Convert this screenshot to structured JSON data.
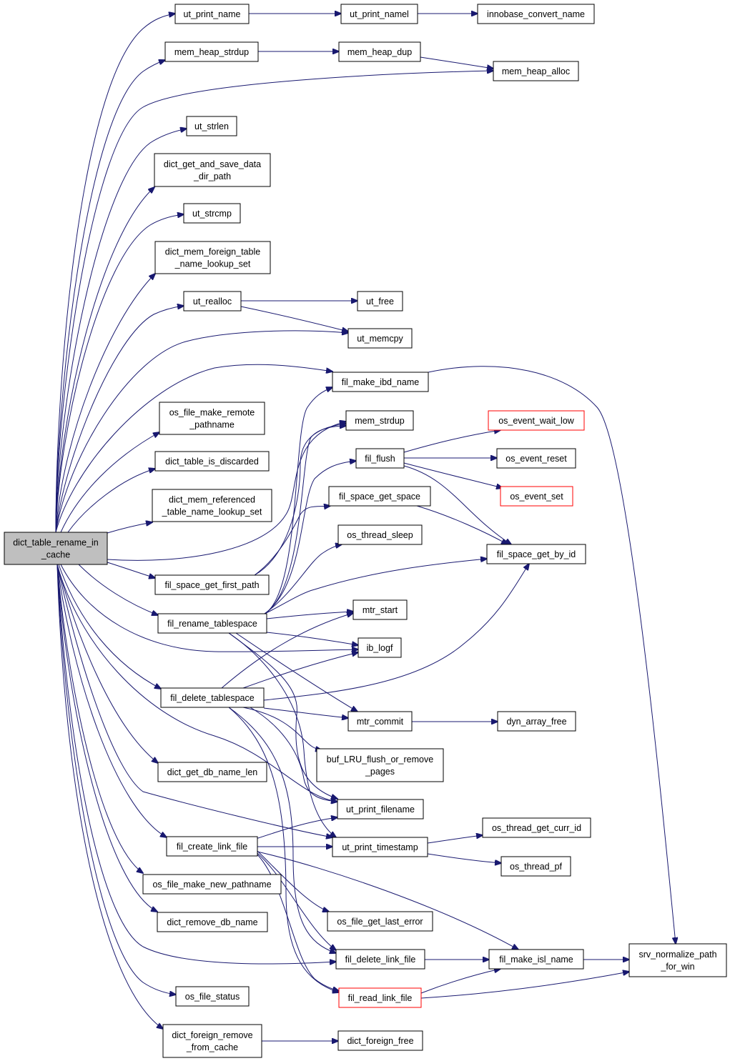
{
  "graph": {
    "root": "dict_table_rename_in_cache",
    "colors": {
      "edge": "#191970",
      "root_fill": "#bfbfbf",
      "node_border": "#000000",
      "truncated_border": "#ff0000"
    },
    "nodes": [
      {
        "id": "dict_table_rename_in_cache",
        "lines": [
          "dict_table_rename_in",
          "_cache"
        ],
        "style": "root"
      },
      {
        "id": "ut_print_name",
        "lines": [
          "ut_print_name"
        ]
      },
      {
        "id": "ut_print_namel",
        "lines": [
          "ut_print_namel"
        ]
      },
      {
        "id": "innobase_convert_name",
        "lines": [
          "innobase_convert_name"
        ]
      },
      {
        "id": "mem_heap_strdup",
        "lines": [
          "mem_heap_strdup"
        ]
      },
      {
        "id": "mem_heap_dup",
        "lines": [
          "mem_heap_dup"
        ]
      },
      {
        "id": "mem_heap_alloc",
        "lines": [
          "mem_heap_alloc"
        ]
      },
      {
        "id": "ut_strlen",
        "lines": [
          "ut_strlen"
        ]
      },
      {
        "id": "dict_get_and_save_data_dir_path",
        "lines": [
          "dict_get_and_save_data",
          "_dir_path"
        ]
      },
      {
        "id": "ut_strcmp",
        "lines": [
          "ut_strcmp"
        ]
      },
      {
        "id": "dict_mem_foreign_table_name_lookup_set",
        "lines": [
          "dict_mem_foreign_table",
          "_name_lookup_set"
        ]
      },
      {
        "id": "ut_realloc",
        "lines": [
          "ut_realloc"
        ]
      },
      {
        "id": "ut_free",
        "lines": [
          "ut_free"
        ]
      },
      {
        "id": "ut_memcpy",
        "lines": [
          "ut_memcpy"
        ]
      },
      {
        "id": "fil_make_ibd_name",
        "lines": [
          "fil_make_ibd_name"
        ]
      },
      {
        "id": "os_file_make_remote_pathname",
        "lines": [
          "os_file_make_remote",
          "_pathname"
        ]
      },
      {
        "id": "mem_strdup",
        "lines": [
          "mem_strdup"
        ]
      },
      {
        "id": "os_event_wait_low",
        "lines": [
          "os_event_wait_low"
        ],
        "style": "red"
      },
      {
        "id": "dict_table_is_discarded",
        "lines": [
          "dict_table_is_discarded"
        ]
      },
      {
        "id": "fil_flush",
        "lines": [
          "fil_flush"
        ]
      },
      {
        "id": "os_event_reset",
        "lines": [
          "os_event_reset"
        ]
      },
      {
        "id": "os_event_set",
        "lines": [
          "os_event_set"
        ],
        "style": "red"
      },
      {
        "id": "fil_space_get_space",
        "lines": [
          "fil_space_get_space"
        ]
      },
      {
        "id": "dict_mem_referenced_table_name_lookup_set",
        "lines": [
          "dict_mem_referenced",
          "_table_name_lookup_set"
        ]
      },
      {
        "id": "os_thread_sleep",
        "lines": [
          "os_thread_sleep"
        ]
      },
      {
        "id": "fil_space_get_by_id",
        "lines": [
          "fil_space_get_by_id"
        ]
      },
      {
        "id": "fil_space_get_first_path",
        "lines": [
          "fil_space_get_first_path"
        ]
      },
      {
        "id": "mtr_start",
        "lines": [
          "mtr_start"
        ]
      },
      {
        "id": "fil_rename_tablespace",
        "lines": [
          "fil_rename_tablespace"
        ]
      },
      {
        "id": "ib_logf",
        "lines": [
          "ib_logf"
        ]
      },
      {
        "id": "fil_delete_tablespace",
        "lines": [
          "fil_delete_tablespace"
        ]
      },
      {
        "id": "mtr_commit",
        "lines": [
          "mtr_commit"
        ]
      },
      {
        "id": "dyn_array_free",
        "lines": [
          "dyn_array_free"
        ]
      },
      {
        "id": "buf_LRU_flush_or_remove_pages",
        "lines": [
          "buf_LRU_flush_or_remove",
          "_pages"
        ]
      },
      {
        "id": "dict_get_db_name_len",
        "lines": [
          "dict_get_db_name_len"
        ]
      },
      {
        "id": "ut_print_filename",
        "lines": [
          "ut_print_filename"
        ]
      },
      {
        "id": "os_thread_get_curr_id",
        "lines": [
          "os_thread_get_curr_id"
        ]
      },
      {
        "id": "fil_create_link_file",
        "lines": [
          "fil_create_link_file"
        ]
      },
      {
        "id": "ut_print_timestamp",
        "lines": [
          "ut_print_timestamp"
        ]
      },
      {
        "id": "os_thread_pf",
        "lines": [
          "os_thread_pf"
        ]
      },
      {
        "id": "os_file_make_new_pathname",
        "lines": [
          "os_file_make_new_pathname"
        ]
      },
      {
        "id": "os_file_get_last_error",
        "lines": [
          "os_file_get_last_error"
        ]
      },
      {
        "id": "dict_remove_db_name",
        "lines": [
          "dict_remove_db_name"
        ]
      },
      {
        "id": "fil_delete_link_file",
        "lines": [
          "fil_delete_link_file"
        ]
      },
      {
        "id": "fil_make_isl_name",
        "lines": [
          "fil_make_isl_name"
        ]
      },
      {
        "id": "srv_normalize_path_for_win",
        "lines": [
          "srv_normalize_path",
          "_for_win"
        ]
      },
      {
        "id": "os_file_status",
        "lines": [
          "os_file_status"
        ]
      },
      {
        "id": "fil_read_link_file",
        "lines": [
          "fil_read_link_file"
        ],
        "style": "red"
      },
      {
        "id": "dict_foreign_remove_from_cache",
        "lines": [
          "dict_foreign_remove",
          "_from_cache"
        ]
      },
      {
        "id": "dict_foreign_free",
        "lines": [
          "dict_foreign_free"
        ]
      }
    ],
    "edges": [
      [
        "dict_table_rename_in_cache",
        "ut_print_name"
      ],
      [
        "dict_table_rename_in_cache",
        "mem_heap_strdup"
      ],
      [
        "dict_table_rename_in_cache",
        "mem_heap_alloc"
      ],
      [
        "dict_table_rename_in_cache",
        "ut_strlen"
      ],
      [
        "dict_table_rename_in_cache",
        "dict_get_and_save_data_dir_path"
      ],
      [
        "dict_table_rename_in_cache",
        "ut_strcmp"
      ],
      [
        "dict_table_rename_in_cache",
        "dict_mem_foreign_table_name_lookup_set"
      ],
      [
        "dict_table_rename_in_cache",
        "ut_realloc"
      ],
      [
        "dict_table_rename_in_cache",
        "ut_memcpy"
      ],
      [
        "dict_table_rename_in_cache",
        "fil_make_ibd_name"
      ],
      [
        "dict_table_rename_in_cache",
        "os_file_make_remote_pathname"
      ],
      [
        "dict_table_rename_in_cache",
        "mem_strdup"
      ],
      [
        "dict_table_rename_in_cache",
        "dict_table_is_discarded"
      ],
      [
        "dict_table_rename_in_cache",
        "dict_mem_referenced_table_name_lookup_set"
      ],
      [
        "dict_table_rename_in_cache",
        "fil_space_get_first_path"
      ],
      [
        "dict_table_rename_in_cache",
        "fil_rename_tablespace"
      ],
      [
        "dict_table_rename_in_cache",
        "ib_logf"
      ],
      [
        "dict_table_rename_in_cache",
        "fil_delete_tablespace"
      ],
      [
        "dict_table_rename_in_cache",
        "ut_print_filename"
      ],
      [
        "dict_table_rename_in_cache",
        "dict_get_db_name_len"
      ],
      [
        "dict_table_rename_in_cache",
        "ut_print_timestamp"
      ],
      [
        "dict_table_rename_in_cache",
        "fil_create_link_file"
      ],
      [
        "dict_table_rename_in_cache",
        "os_file_make_new_pathname"
      ],
      [
        "dict_table_rename_in_cache",
        "dict_remove_db_name"
      ],
      [
        "dict_table_rename_in_cache",
        "fil_delete_link_file"
      ],
      [
        "dict_table_rename_in_cache",
        "os_file_status"
      ],
      [
        "dict_table_rename_in_cache",
        "dict_foreign_remove_from_cache"
      ],
      [
        "ut_print_name",
        "ut_print_namel"
      ],
      [
        "ut_print_namel",
        "innobase_convert_name"
      ],
      [
        "mem_heap_strdup",
        "mem_heap_dup"
      ],
      [
        "mem_heap_dup",
        "mem_heap_alloc"
      ],
      [
        "ut_realloc",
        "ut_free"
      ],
      [
        "ut_realloc",
        "ut_memcpy"
      ],
      [
        "fil_make_ibd_name",
        "srv_normalize_path_for_win"
      ],
      [
        "fil_flush",
        "os_event_wait_low"
      ],
      [
        "fil_flush",
        "os_event_reset"
      ],
      [
        "fil_flush",
        "os_event_set"
      ],
      [
        "fil_flush",
        "fil_space_get_by_id"
      ],
      [
        "fil_space_get_space",
        "fil_space_get_by_id"
      ],
      [
        "fil_space_get_first_path",
        "mem_strdup"
      ],
      [
        "fil_space_get_first_path",
        "fil_space_get_space"
      ],
      [
        "fil_rename_tablespace",
        "fil_make_ibd_name"
      ],
      [
        "fil_rename_tablespace",
        "mem_strdup"
      ],
      [
        "fil_rename_tablespace",
        "fil_flush"
      ],
      [
        "fil_rename_tablespace",
        "os_thread_sleep"
      ],
      [
        "fil_rename_tablespace",
        "fil_space_get_by_id"
      ],
      [
        "fil_rename_tablespace",
        "mtr_start"
      ],
      [
        "fil_rename_tablespace",
        "ib_logf"
      ],
      [
        "fil_rename_tablespace",
        "mtr_commit"
      ],
      [
        "fil_rename_tablespace",
        "ut_print_filename"
      ],
      [
        "fil_rename_tablespace",
        "ut_print_timestamp"
      ],
      [
        "fil_delete_tablespace",
        "mtr_start"
      ],
      [
        "fil_delete_tablespace",
        "ib_logf"
      ],
      [
        "fil_delete_tablespace",
        "fil_space_get_by_id"
      ],
      [
        "fil_delete_tablespace",
        "mtr_commit"
      ],
      [
        "fil_delete_tablespace",
        "buf_LRU_flush_or_remove_pages"
      ],
      [
        "fil_delete_tablespace",
        "ut_print_filename"
      ],
      [
        "fil_delete_tablespace",
        "fil_delete_link_file"
      ],
      [
        "fil_delete_tablespace",
        "fil_read_link_file"
      ],
      [
        "mtr_commit",
        "dyn_array_free"
      ],
      [
        "fil_create_link_file",
        "ut_print_filename"
      ],
      [
        "fil_create_link_file",
        "ut_print_timestamp"
      ],
      [
        "fil_create_link_file",
        "os_file_get_last_error"
      ],
      [
        "fil_create_link_file",
        "fil_delete_link_file"
      ],
      [
        "fil_create_link_file",
        "fil_make_isl_name"
      ],
      [
        "fil_create_link_file",
        "fil_read_link_file"
      ],
      [
        "ut_print_timestamp",
        "os_thread_get_curr_id"
      ],
      [
        "ut_print_timestamp",
        "os_thread_pf"
      ],
      [
        "fil_delete_link_file",
        "fil_make_isl_name"
      ],
      [
        "fil_make_isl_name",
        "srv_normalize_path_for_win"
      ],
      [
        "fil_read_link_file",
        "fil_make_isl_name"
      ],
      [
        "fil_read_link_file",
        "srv_normalize_path_for_win"
      ],
      [
        "dict_foreign_remove_from_cache",
        "dict_foreign_free"
      ]
    ]
  }
}
